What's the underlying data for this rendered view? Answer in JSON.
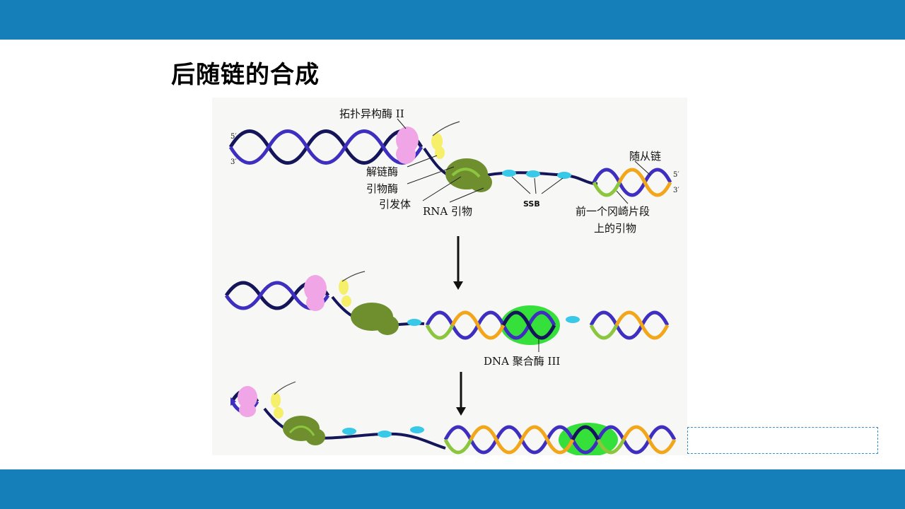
{
  "slide": {
    "title": "后随链的合成",
    "colors": {
      "band": "#157fba",
      "strand_blue": "#3f2fc0",
      "strand_dark": "#15155a",
      "new_strand_orange": "#f2a61c",
      "primer_green": "#8cc63f",
      "primase_olive": "#6f8f2f",
      "polymerase_green": "#35e03a",
      "topoisomerase_pink": "#f0a6e6",
      "helicase_yellow": "#f5ef6a",
      "ssb_cyan": "#38c8e8"
    }
  },
  "diagram": {
    "panel1": {
      "end_5": "5′",
      "end_3": "3′",
      "end_5_right": "5′",
      "end_3_right": "3′",
      "topoisomerase": "拓扑异构酶 II",
      "helicase": "解链酶",
      "primase": "引物酶",
      "primosome": "引发体",
      "rna_primer": "RNA 引物",
      "ssb": "SSB",
      "lagging_strand": "随从链",
      "prev_primer_line1": "前一个冈崎片段",
      "prev_primer_line2": "上的引物"
    },
    "panel2": {
      "polymerase": "DNA 聚合酶 III"
    }
  }
}
